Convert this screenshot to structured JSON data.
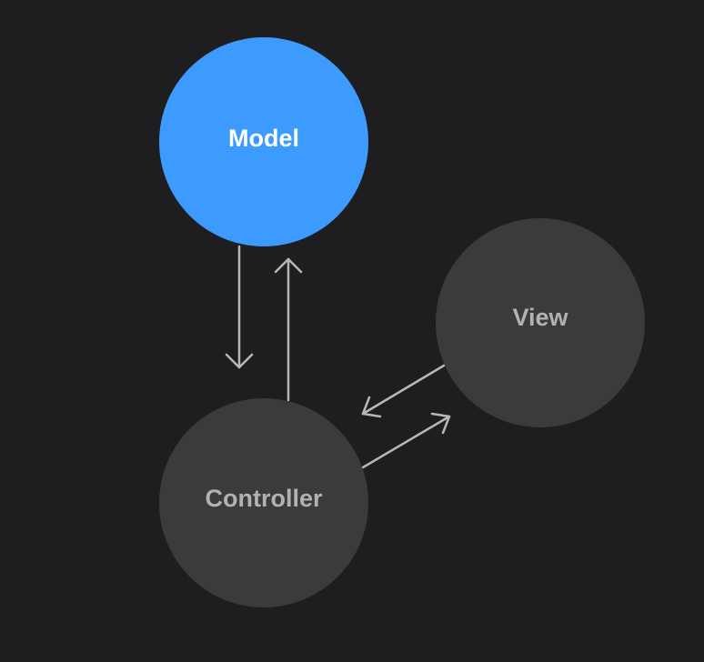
{
  "background": "#1e1e20",
  "nodes": {
    "model": {
      "label": "Model",
      "fill": "#3d9bff",
      "text_color": "#ffffff"
    },
    "view": {
      "label": "View",
      "fill": "#3b3b3d",
      "text_color": "#b2b2b4"
    },
    "controller": {
      "label": "Controller",
      "fill": "#3b3b3d",
      "text_color": "#b2b2b4"
    }
  },
  "edges": [
    {
      "from": "model",
      "to": "controller"
    },
    {
      "from": "controller",
      "to": "model"
    },
    {
      "from": "view",
      "to": "controller"
    },
    {
      "from": "controller",
      "to": "view"
    }
  ],
  "arrow_color": "#b7b7b9"
}
